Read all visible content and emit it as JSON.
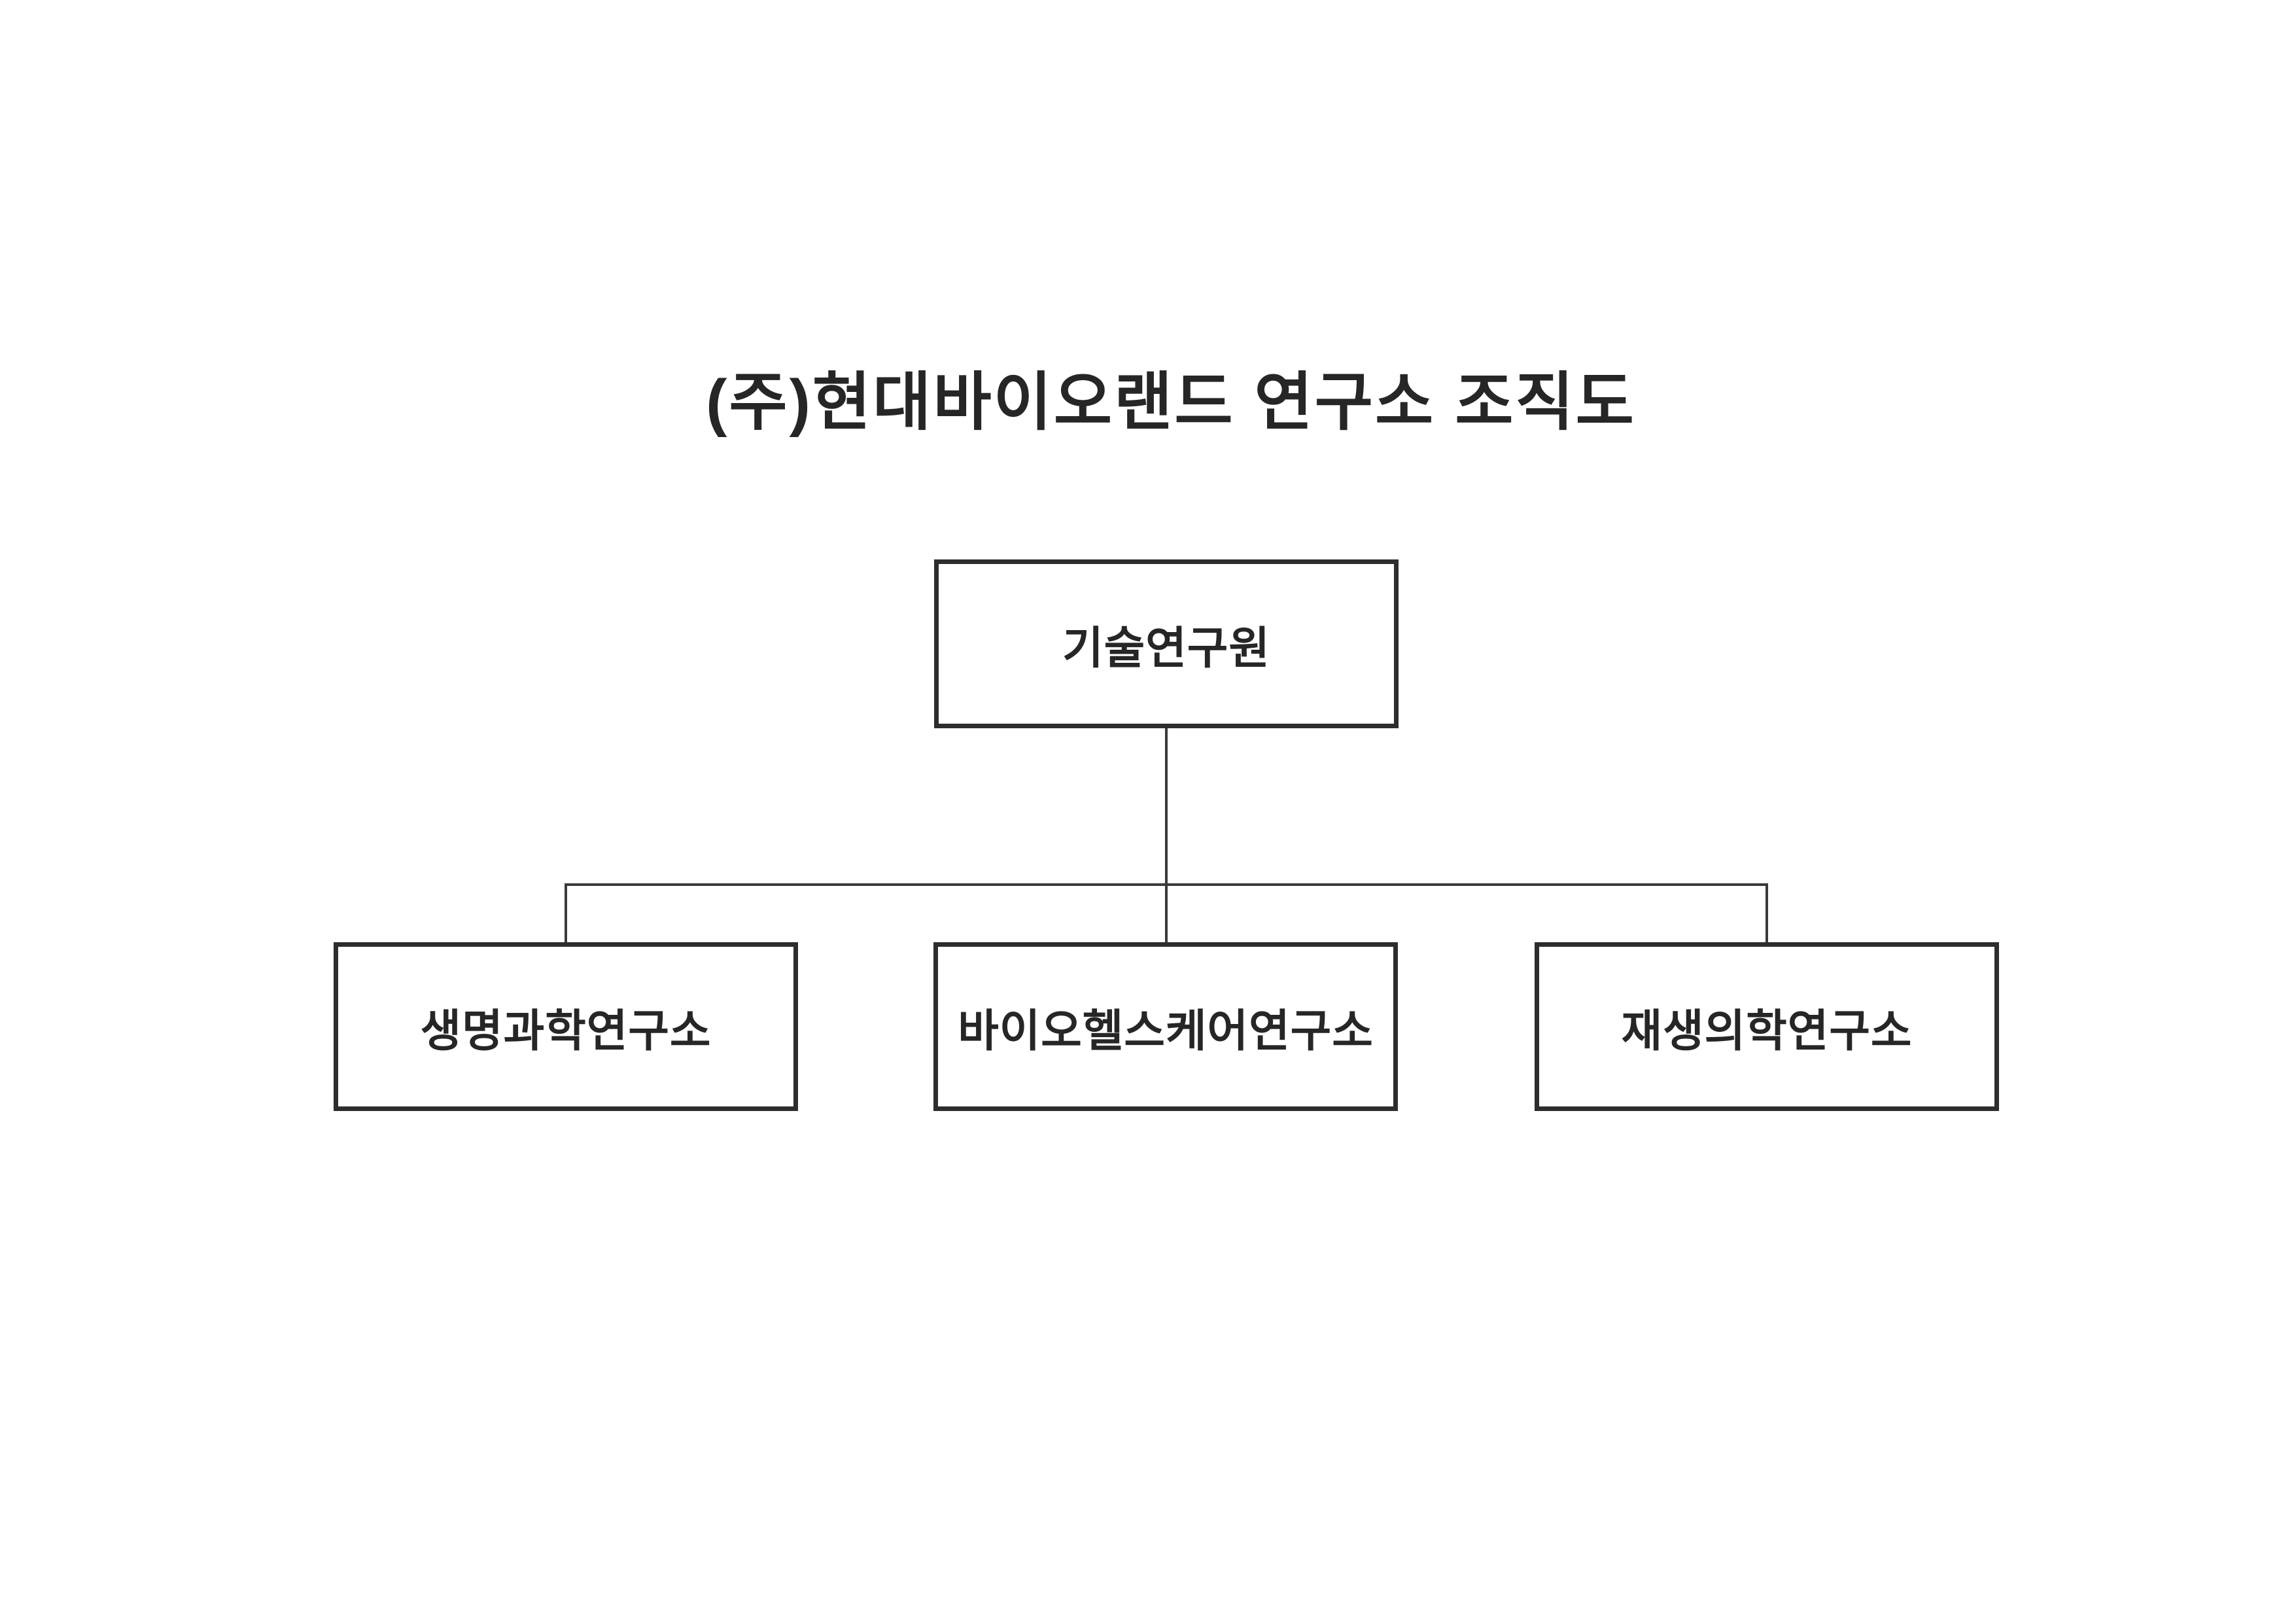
{
  "title": "(주)현대바이오랜드 연구소 조직도",
  "org_chart": {
    "root": {
      "label": "기술연구원"
    },
    "children": [
      {
        "label": "생명과학연구소"
      },
      {
        "label": "바이오헬스케어연구소"
      },
      {
        "label": "재생의학연구소"
      }
    ]
  },
  "colors": {
    "paper": "#ffffff",
    "ink": "#262626",
    "box_border": "#2d2d2d",
    "connector_line": "#3a3a3a"
  }
}
